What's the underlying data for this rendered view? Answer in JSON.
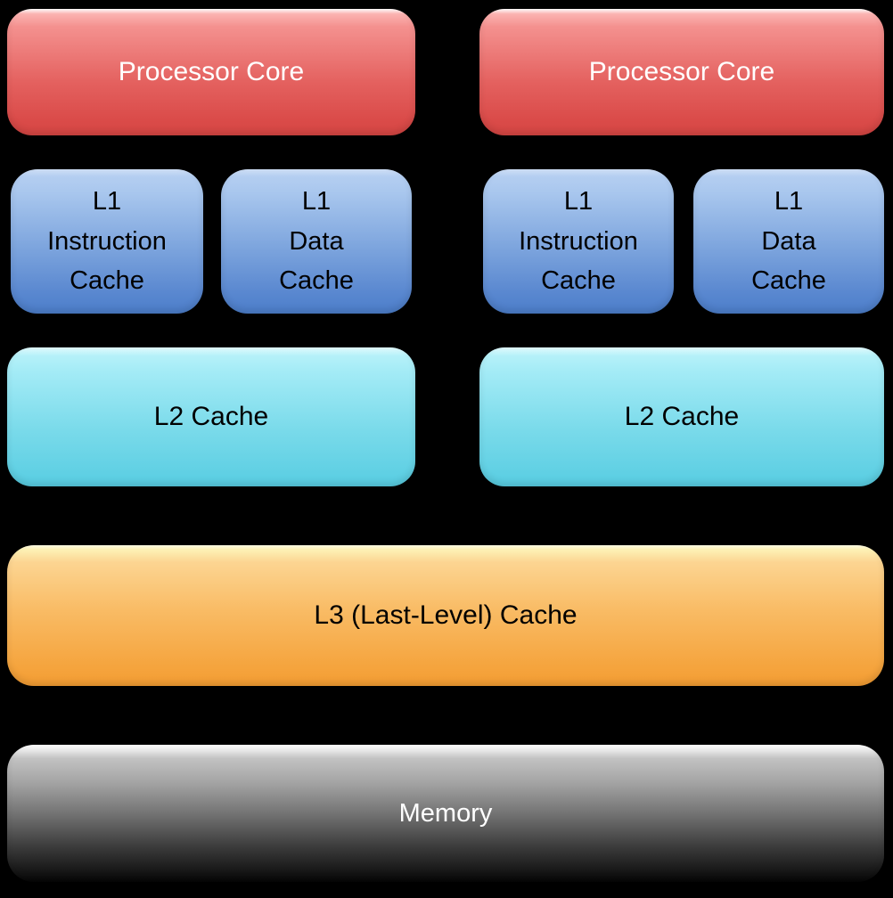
{
  "diagram": {
    "type": "cpu-cache-hierarchy-block-diagram",
    "background_color": "#000000",
    "cores": [
      {
        "core_label": "Processor Core",
        "l1_instruction_label": [
          "L1",
          "Instruction",
          "Cache"
        ],
        "l1_data_label": [
          "L1",
          "Data",
          "Cache"
        ],
        "l2_label": "L2 Cache"
      },
      {
        "core_label": "Processor Core",
        "l1_instruction_label": [
          "L1",
          "Instruction",
          "Cache"
        ],
        "l1_data_label": [
          "L1",
          "Data",
          "Cache"
        ],
        "l2_label": "L2 Cache"
      }
    ],
    "shared": {
      "l3_label": "L3 (Last-Level) Cache",
      "memory_label": "Memory"
    },
    "colors": {
      "processor_core": "#e4615f",
      "l1_cache": "#7ca4dd",
      "l2_cache": "#79daea",
      "l3_cache": "#f9bc66",
      "memory_top": "#c2c2c2",
      "memory_bottom": "#050505",
      "core_text": "#ffffff",
      "cache_text": "#000000",
      "memory_text": "#ffffff"
    }
  }
}
